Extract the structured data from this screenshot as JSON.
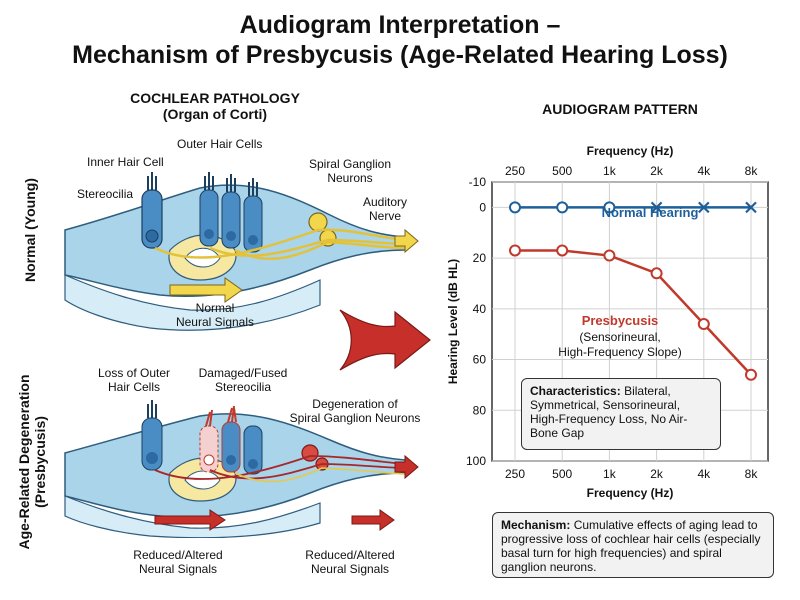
{
  "title": {
    "line1": "Audiogram Interpretation –",
    "line2": "Mechanism of Presbycusis (Age-Related Hearing Loss)"
  },
  "left": {
    "heading1": "COCHLEAR PATHOLOGY",
    "heading2": "(Organ of Corti)",
    "normal_row_label": "Normal (Young)",
    "aged_row_label_line1": "Age-Related Degeneration",
    "aged_row_label_line2": "(Presbycusis)",
    "normal_labels": {
      "outer_hair_cells": "Outer Hair Cells",
      "inner_hair_cell": "Inner Hair Cell",
      "stereocilia": "Stereocilia",
      "spiral_ganglion_1": "Spiral Ganglion",
      "spiral_ganglion_2": "Neurons",
      "auditory_nerve_1": "Auditory",
      "auditory_nerve_2": "Nerve",
      "signals_1": "Normal",
      "signals_2": "Neural Signals"
    },
    "aged_labels": {
      "loss_outer_1": "Loss of Outer",
      "loss_outer_2": "Hair Cells",
      "damaged_1": "Damaged/Fused",
      "damaged_2": "Stereocilia",
      "degeneration_1": "Degeneration of",
      "degeneration_2": "Spiral Ganglion Neurons",
      "reduced_a_1": "Reduced/Altered",
      "reduced_a_2": "Neural Signals",
      "reduced_b_1": "Reduced/Altered",
      "reduced_b_2": "Neural Signals"
    }
  },
  "right": {
    "heading": "AUDIOGRAM PATTERN",
    "characteristics_title": "Characteristics:",
    "characteristics_text": "Bilateral, Symmetrical, Sensorineural, High-Frequency Loss, No Air-Bone Gap",
    "mechanism_title": "Mechanism:",
    "mechanism_text": "Cumulative effects of aging lead to progressive loss of cochlear hair cells (especially basal turn for high frequencies) and spiral ganglion neurons."
  },
  "colors": {
    "normal_line": "#1e5f9a",
    "presbycusis_line": "#c0392b",
    "tissue_fill": "#bfe0f0",
    "nerve_yellow": "#f2d64b",
    "arrow_red": "#c62f2a"
  },
  "chart_data": {
    "type": "line",
    "xlabel_top": "Frequency (Hz)",
    "xlabel": "Frequency (Hz)",
    "ylabel": "Hearing Level (dB HL)",
    "categories": [
      "250",
      "500",
      "1k",
      "2k",
      "4k",
      "8k"
    ],
    "y_ticks": [
      -10,
      0,
      20,
      40,
      60,
      80,
      100
    ],
    "ylim": [
      -10,
      100
    ],
    "y_inverted": true,
    "grid": true,
    "series": [
      {
        "name": "Normal Hearing",
        "values": [
          0,
          0,
          0,
          0,
          0,
          0
        ],
        "markers": [
          "o",
          "o",
          "o",
          "x",
          "x",
          "x"
        ],
        "color": "#1e5f9a"
      },
      {
        "name": "Presbycusis",
        "note_line1": "(Sensorineural,",
        "note_line2": "High-Frequency Slope)",
        "values": [
          17,
          17,
          19,
          26,
          46,
          66
        ],
        "markers": [
          "o",
          "o",
          "o",
          "o",
          "o",
          "o"
        ],
        "color": "#c0392b"
      }
    ]
  }
}
